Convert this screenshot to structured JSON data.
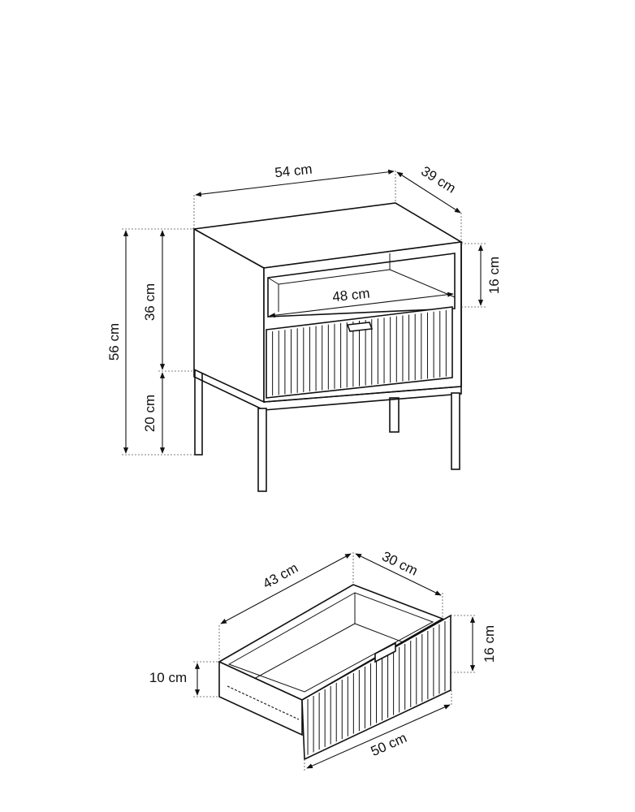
{
  "nightstand": {
    "width": "54 cm",
    "depth": "39 cm",
    "shelf_height": "16 cm",
    "inner_width": "48 cm",
    "body_height": "36 cm",
    "total_height": "56 cm",
    "leg_height": "20 cm"
  },
  "drawer": {
    "depth": "43 cm",
    "width_inner": "30 cm",
    "front_height": "16 cm",
    "side_height": "10 cm",
    "front_width": "50 cm"
  }
}
